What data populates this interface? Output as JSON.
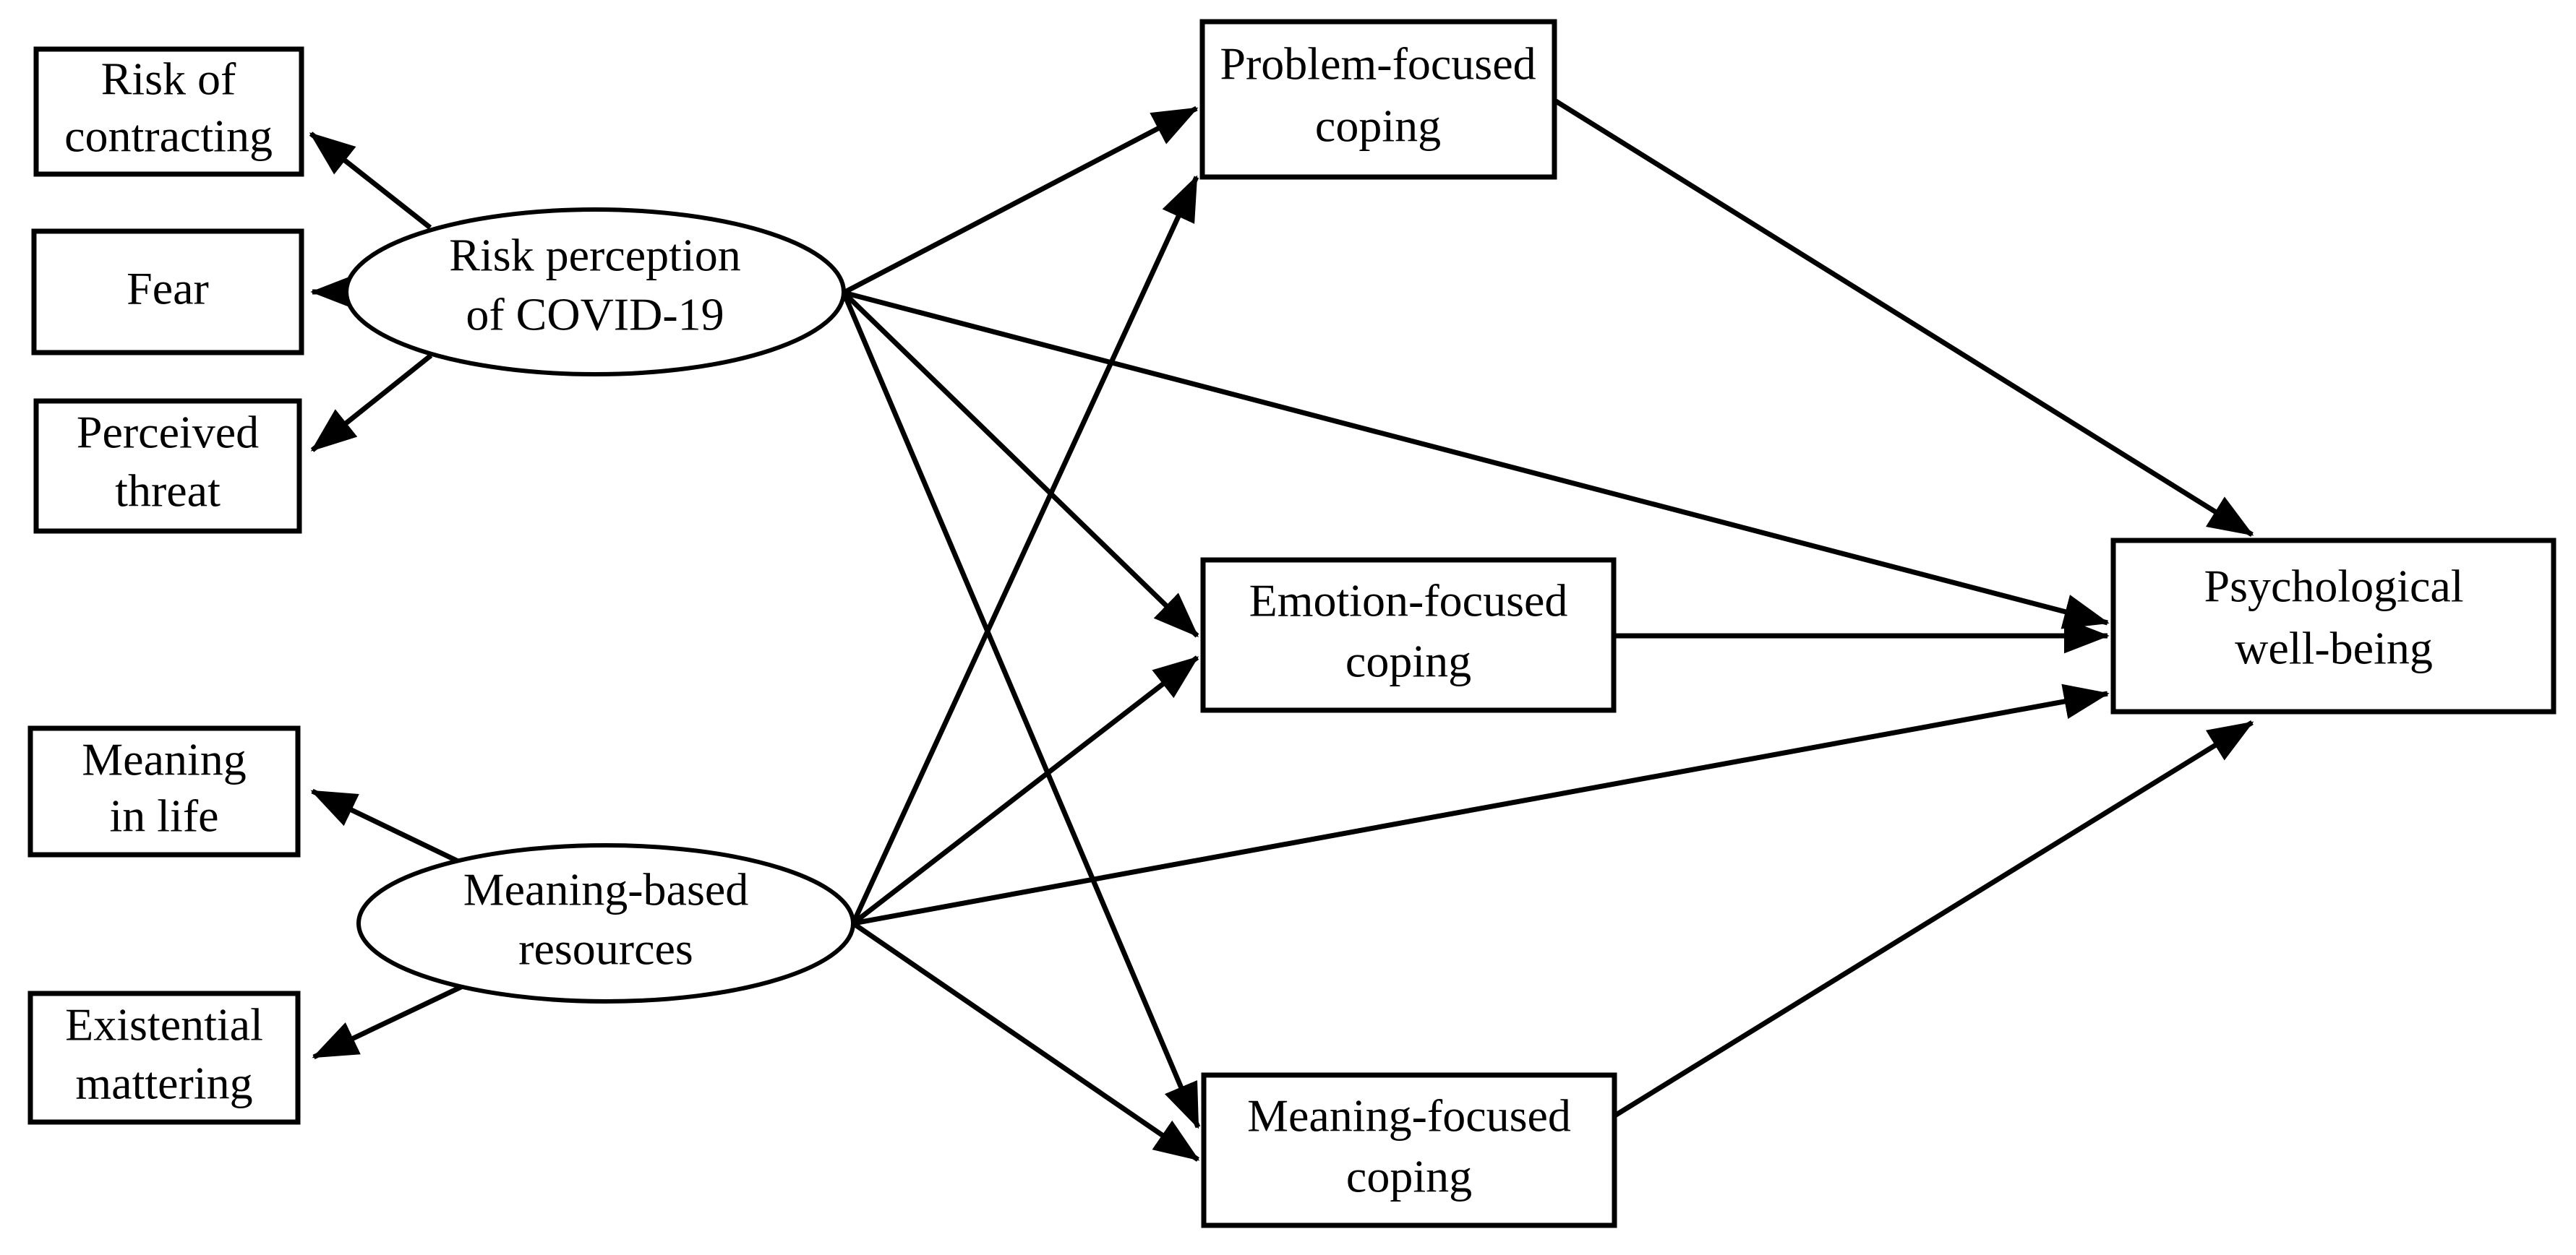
{
  "diagram": {
    "type": "structural-equation-model",
    "title": "",
    "background_color": "#ffffff",
    "line_color": "#000000",
    "shape_fill": "#ffffff",
    "latent_variables": [
      {
        "id": "risk-perception",
        "shape": "ellipse",
        "label_lines": [
          "Risk perception",
          "of COVID-19"
        ],
        "label": "Risk perception of COVID-19"
      },
      {
        "id": "meaning-based-resources",
        "shape": "ellipse",
        "label_lines": [
          "Meaning-based",
          "resources"
        ],
        "label": "Meaning-based resources"
      }
    ],
    "indicators": [
      {
        "id": "risk-of-contracting",
        "shape": "rectangle",
        "label_lines": [
          "Risk of",
          "contracting"
        ],
        "label": "Risk of contracting",
        "source": "risk-perception"
      },
      {
        "id": "fear",
        "shape": "rectangle",
        "label_lines": [
          "Fear"
        ],
        "label": "Fear",
        "source": "risk-perception"
      },
      {
        "id": "perceived-threat",
        "shape": "rectangle",
        "label_lines": [
          "Perceived",
          "threat"
        ],
        "label": "Perceived threat",
        "source": "risk-perception"
      },
      {
        "id": "meaning-in-life",
        "shape": "rectangle",
        "label_lines": [
          "Meaning",
          "in life"
        ],
        "label": "Meaning in life",
        "source": "meaning-based-resources"
      },
      {
        "id": "existential-mattering",
        "shape": "rectangle",
        "label_lines": [
          "Existential",
          "mattering"
        ],
        "label": "Existential mattering",
        "source": "meaning-based-resources"
      }
    ],
    "mediators": [
      {
        "id": "problem-focused-coping",
        "shape": "rectangle",
        "label_lines": [
          "Problem-focused",
          "coping"
        ],
        "label": "Problem-focused coping"
      },
      {
        "id": "emotion-focused-coping",
        "shape": "rectangle",
        "label_lines": [
          "Emotion-focused",
          "coping"
        ],
        "label": "Emotion-focused coping"
      },
      {
        "id": "meaning-focused-coping",
        "shape": "rectangle",
        "label_lines": [
          "Meaning-focused",
          "coping"
        ],
        "label": "Meaning-focused coping"
      }
    ],
    "outcome": {
      "id": "psychological-well-being",
      "shape": "rectangle",
      "label_lines": [
        "Psychological",
        "well-being"
      ],
      "label": "Psychological well-being"
    },
    "paths": [
      {
        "from": "risk-perception",
        "to": "risk-of-contracting"
      },
      {
        "from": "risk-perception",
        "to": "fear"
      },
      {
        "from": "risk-perception",
        "to": "perceived-threat"
      },
      {
        "from": "meaning-based-resources",
        "to": "meaning-in-life"
      },
      {
        "from": "meaning-based-resources",
        "to": "existential-mattering"
      },
      {
        "from": "risk-perception",
        "to": "problem-focused-coping"
      },
      {
        "from": "risk-perception",
        "to": "emotion-focused-coping"
      },
      {
        "from": "risk-perception",
        "to": "meaning-focused-coping"
      },
      {
        "from": "risk-perception",
        "to": "psychological-well-being"
      },
      {
        "from": "meaning-based-resources",
        "to": "problem-focused-coping"
      },
      {
        "from": "meaning-based-resources",
        "to": "emotion-focused-coping"
      },
      {
        "from": "meaning-based-resources",
        "to": "meaning-focused-coping"
      },
      {
        "from": "meaning-based-resources",
        "to": "psychological-well-being"
      },
      {
        "from": "problem-focused-coping",
        "to": "psychological-well-being"
      },
      {
        "from": "emotion-focused-coping",
        "to": "psychological-well-being"
      },
      {
        "from": "meaning-focused-coping",
        "to": "psychological-well-being"
      }
    ]
  },
  "labels": {
    "risk_of_contracting_l1": "Risk of",
    "risk_of_contracting_l2": "contracting",
    "fear_l1": "Fear",
    "perceived_threat_l1": "Perceived",
    "perceived_threat_l2": "threat",
    "meaning_in_life_l1": "Meaning",
    "meaning_in_life_l2": "in life",
    "existential_mattering_l1": "Existential",
    "existential_mattering_l2": "mattering",
    "risk_perception_l1": "Risk perception",
    "risk_perception_l2": "of COVID-19",
    "meaning_based_l1": "Meaning-based",
    "meaning_based_l2": "resources",
    "problem_focused_l1": "Problem-focused",
    "problem_focused_l2": "coping",
    "emotion_focused_l1": "Emotion-focused",
    "emotion_focused_l2": "coping",
    "meaning_focused_l1": "Meaning-focused",
    "meaning_focused_l2": "coping",
    "well_being_l1": "Psychological",
    "well_being_l2": "well-being"
  }
}
